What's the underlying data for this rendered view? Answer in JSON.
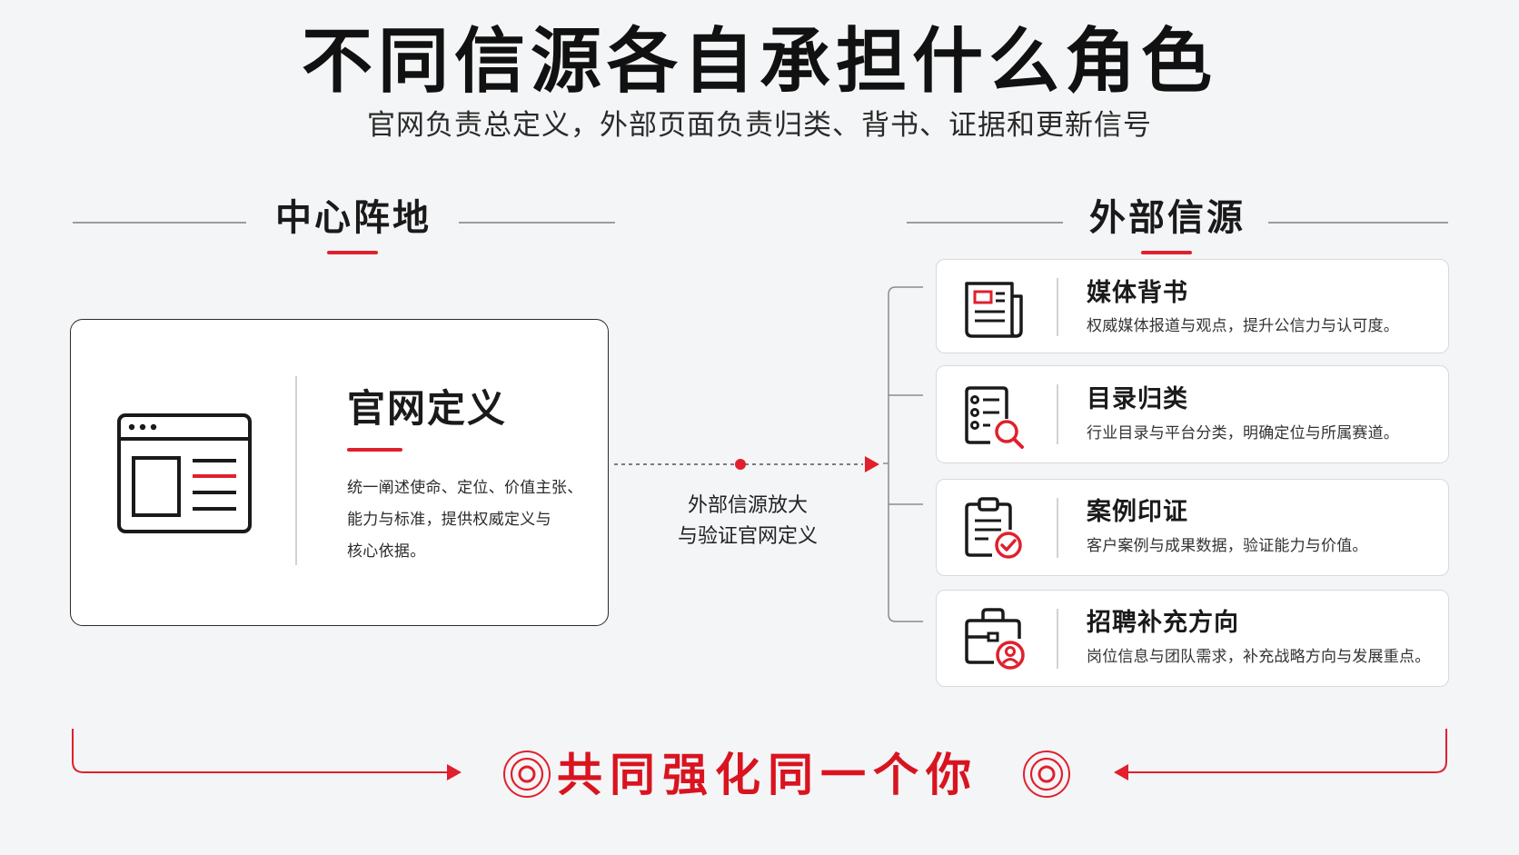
{
  "header": {
    "title": "不同信源各自承担什么角色",
    "subtitle": "官网负责总定义，外部页面负责归类、背书、证据和更新信号"
  },
  "left_section": {
    "title": "中心阵地",
    "card": {
      "icon": "browser-window-icon",
      "title": "官网定义",
      "desc_lines": [
        "统一阐述使命、定位、价值主张、",
        "能力与标准，提供权威定义与",
        "核心依据。"
      ]
    }
  },
  "connector": {
    "label_lines": [
      "外部信源放大",
      "与验证官网定义"
    ]
  },
  "right_section": {
    "title": "外部信源",
    "items": [
      {
        "icon": "newspaper-icon",
        "name": "媒体背书",
        "desc": "权威媒体报道与观点，提升公信力与认可度。"
      },
      {
        "icon": "list-search-icon",
        "name": "目录归类",
        "desc": "行业目录与平台分类，明确定位与所属赛道。"
      },
      {
        "icon": "clipboard-check-icon",
        "name": "案例印证",
        "desc": "客户案例与成果数据，验证能力与价值。"
      },
      {
        "icon": "briefcase-person-icon",
        "name": "招聘补充方向",
        "desc": "岗位信息与团队需求，补充战略方向与发展重点。"
      }
    ]
  },
  "footer": {
    "slogan": "共同强化同一个你",
    "left_icon": "target-rings-icon",
    "right_icon": "target-rings-icon"
  },
  "colors": {
    "accent_red": "#e0202c",
    "slogan_red": "#d9141f",
    "text_dark": "#1a1a1a",
    "background": "#f4f5f7"
  }
}
